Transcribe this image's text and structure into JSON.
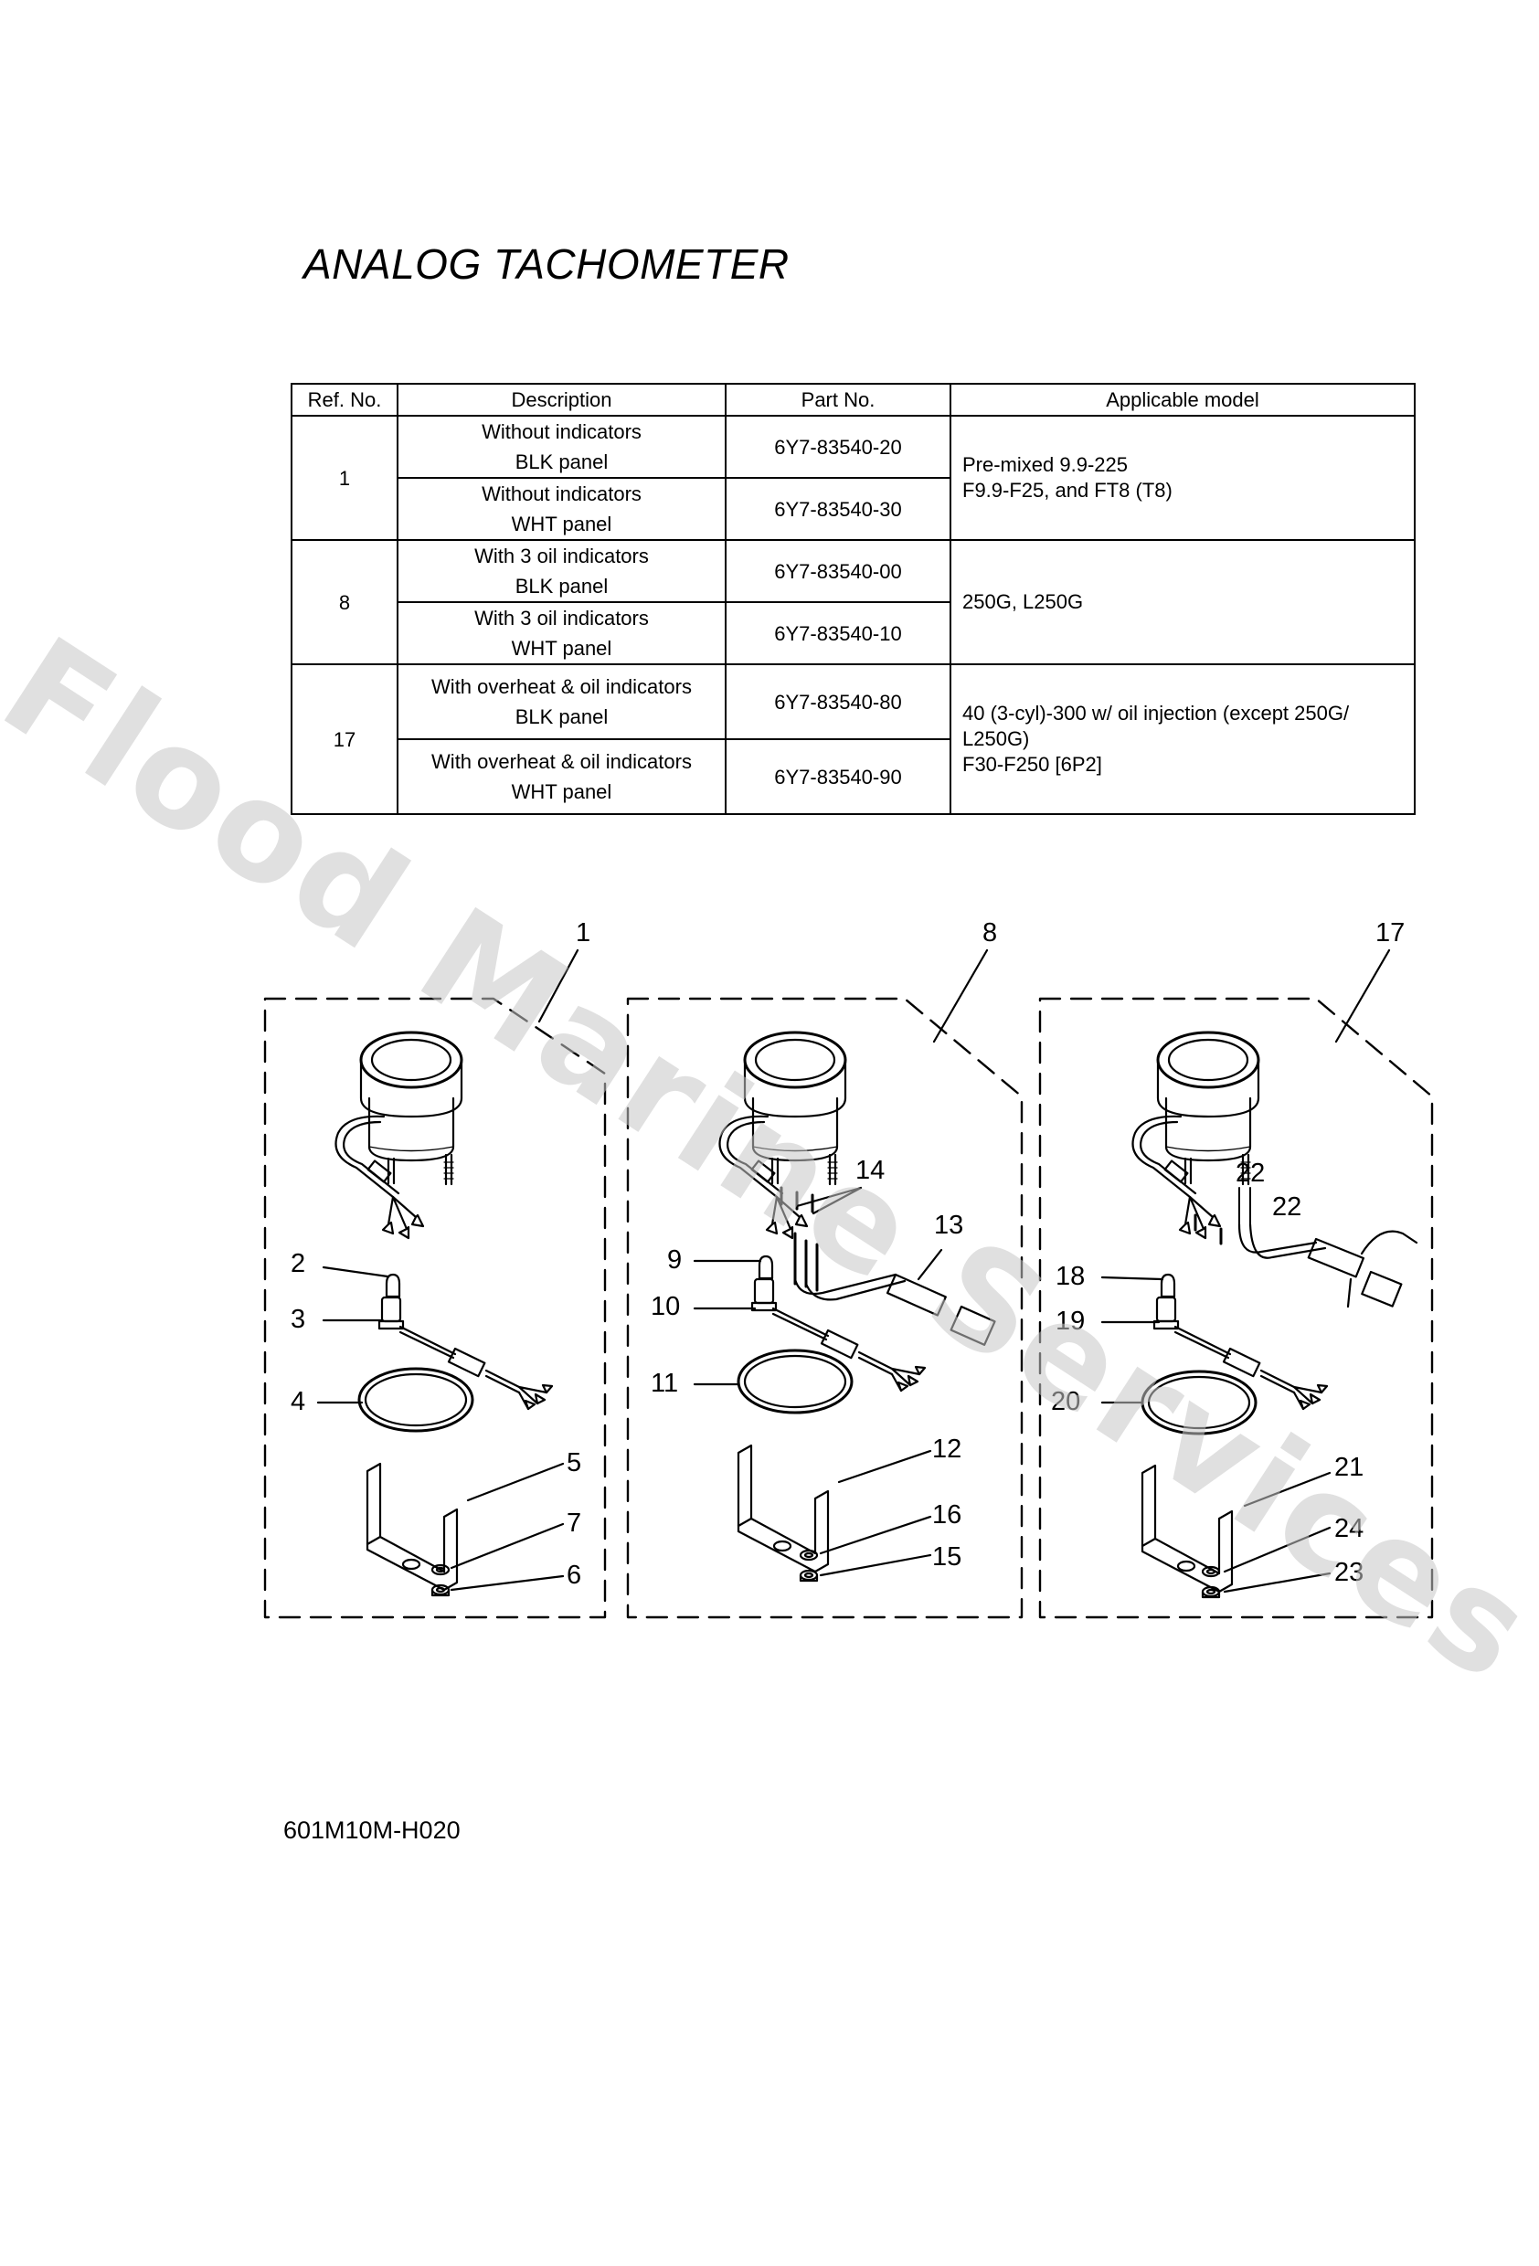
{
  "title": "ANALOG TACHOMETER",
  "table": {
    "headers": [
      "Ref. No.",
      "Description",
      "Part No.",
      "Applicable model"
    ],
    "groups": [
      {
        "ref": "1",
        "rows": [
          {
            "desc1": "Without indicators",
            "desc2": "BLK panel",
            "part": "6Y7-83540-20"
          },
          {
            "desc1": "Without indicators",
            "desc2": "WHT panel",
            "part": "6Y7-83540-30"
          }
        ],
        "model_lines": [
          "Pre-mixed 9.9-225",
          "F9.9-F25, and FT8 (T8)"
        ]
      },
      {
        "ref": "8",
        "rows": [
          {
            "desc1": "With 3 oil indicators",
            "desc2": "BLK panel",
            "part": "6Y7-83540-00"
          },
          {
            "desc1": "With 3 oil indicators",
            "desc2": "WHT panel",
            "part": "6Y7-83540-10"
          }
        ],
        "model_lines": [
          "250G, L250G"
        ]
      },
      {
        "ref": "17",
        "rows": [
          {
            "desc1": "With overheat & oil indicators",
            "desc2": "BLK panel",
            "part": "6Y7-83540-80"
          },
          {
            "desc1": "With overheat & oil indicators",
            "desc2": "WHT panel",
            "part": "6Y7-83540-90"
          }
        ],
        "model_lines": [
          "40 (3-cyl)-300 w/ oil injection (except 250G/",
          "L250G)",
          "F30-F250 [6P2]"
        ]
      }
    ]
  },
  "diagram": {
    "callouts": [
      "1",
      "2",
      "3",
      "4",
      "5",
      "7",
      "6",
      "8",
      "9",
      "10",
      "11",
      "12",
      "13",
      "14",
      "16",
      "15",
      "17",
      "18",
      "19",
      "20",
      "21",
      "22",
      "22",
      "24",
      "23"
    ]
  },
  "figure_code": "601M10M-H020",
  "watermark": "Flood Marine Services"
}
